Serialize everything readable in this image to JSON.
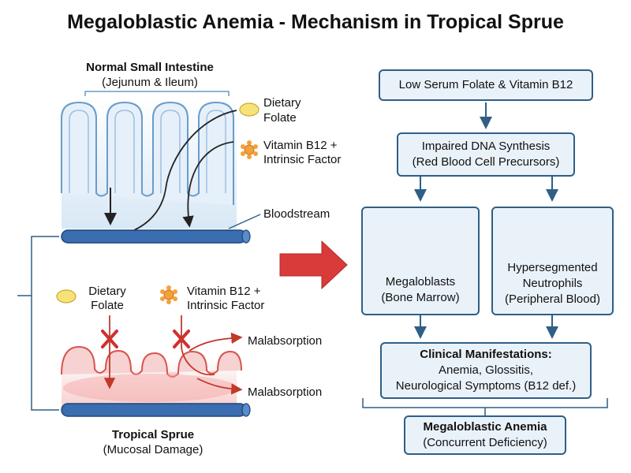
{
  "title": "Megaloblastic Anemia - Mechanism in Tropical Sprue",
  "normal": {
    "title": "Normal Small Intestine",
    "subtitle": "(Jejunum & Ileum)",
    "dietary_folate_l1": "Dietary",
    "dietary_folate_l2": "Folate",
    "b12_l1": "Vitamin B12 +",
    "b12_l2": "Intrinsic Factor",
    "bloodstream": "Bloodstream"
  },
  "sprue": {
    "dietary_folate_l1": "Dietary",
    "dietary_folate_l2": "Folate",
    "b12_l1": "Vitamin B12 +",
    "b12_l2": "Intrinsic Factor",
    "malabsorption_1": "Malabsorption",
    "malabsorption_2": "Malabsorption",
    "title": "Tropical Sprue",
    "subtitle": "(Mucosal Damage)"
  },
  "flow": {
    "low_serum": "Low Serum Folate & Vitamin B12",
    "impaired_l1": "Impaired DNA Synthesis",
    "impaired_l2": "(Red Blood Cell Precursors)",
    "megaloblasts_l1": "Megaloblasts",
    "megaloblasts_l2": "(Bone Marrow)",
    "neutrophils_l1": "Hypersegmented",
    "neutrophils_l2": "Neutrophils",
    "neutrophils_l3": "(Peripheral Blood)",
    "clinical_title": "Clinical Manifestations:",
    "clinical_l1": "Anemia, Glossitis,",
    "clinical_l2": "Neurological Symptoms (B12 def.)",
    "final_title": "Megaloblastic Anemia",
    "final_sub": "(Concurrent Deficiency)"
  },
  "colors": {
    "box_border": "#2f5f86",
    "box_fill": "#eaf2f9",
    "villi_blue": "#6a9cc9",
    "sprue_red": "#d9534f",
    "vessel": "#2f5f9e",
    "folate_yellow": "#f7e27a",
    "b12_orange": "#f4a13b",
    "big_arrow": "#d93a3a"
  }
}
